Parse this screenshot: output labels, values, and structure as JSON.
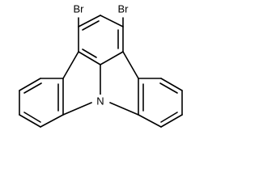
{
  "structure": {
    "atoms": {
      "bromine_left": "Br",
      "bromine_right": "Br",
      "nitrogen": "N"
    }
  }
}
